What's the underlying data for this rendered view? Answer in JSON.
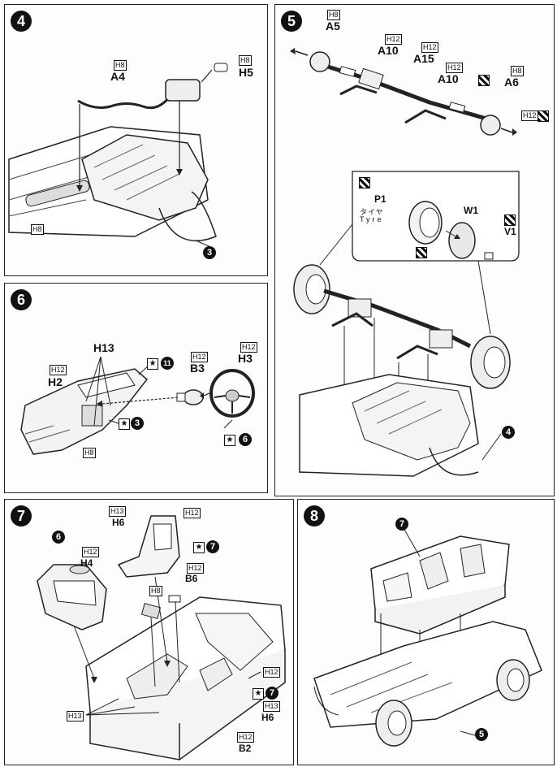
{
  "steps": {
    "s4": "4",
    "s5": "5",
    "s6": "6",
    "s7": "7",
    "s8": "8"
  },
  "refs": {
    "ref3": "3",
    "ref4": "4",
    "ref5": "5",
    "ref6": "6",
    "ref7": "7"
  },
  "panel4": {
    "a4_tag": "H8",
    "a4": "A4",
    "h5_tag": "H8",
    "h5": "H5",
    "h8_tag": "H8"
  },
  "panel5": {
    "a5_tag": "H8",
    "a5": "A5",
    "a10_tag_left": "H12",
    "a10_left": "A10",
    "a15_tag": "H12",
    "a15": "A15",
    "a10_tag_right": "H12",
    "a10_right": "A10",
    "a6_tag": "H8",
    "a6": "A6",
    "h12_tag_right": "H12",
    "p1": "P1",
    "tyre_ja": "タイヤ",
    "tyre_en": "Tyre",
    "w1": "W1",
    "v1": "V1"
  },
  "panel6": {
    "h13": "H13",
    "h2_tag": "H12",
    "h2": "H2",
    "b3_tag": "H12",
    "b3": "B3",
    "h3_tag": "H12",
    "h3": "H3",
    "h8_tag": "H8",
    "ref11": "11",
    "ref3b": "3",
    "ref6b": "6"
  },
  "panel7": {
    "h6_tag_top": "H13",
    "h6_top": "H6",
    "h12_tag_top": "H12",
    "h4_tag": "H12",
    "h4": "H4",
    "b6_tag": "H12",
    "b6": "B6",
    "h8_tag": "H8",
    "h12_tag_mid": "H12",
    "h13_tag_left": "H13",
    "h6_tag_bot": "H13",
    "h6_bot": "H6",
    "b2_tag": "H12",
    "b2": "B2",
    "ref7a": "7",
    "ref7b": "7"
  }
}
